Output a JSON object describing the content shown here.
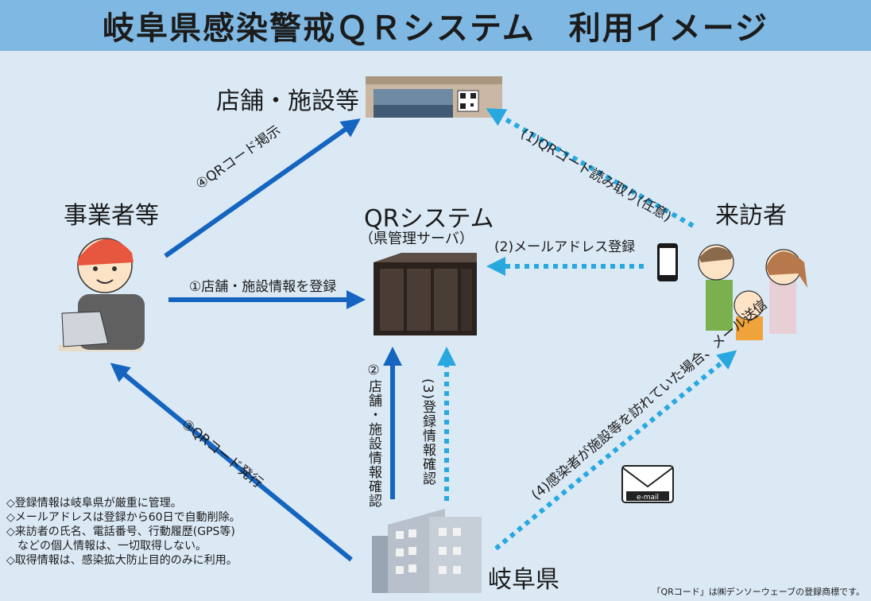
{
  "title": "岐阜県感染警戒ＱＲシステム　利用イメージ",
  "nodes": {
    "store": "店舗・施設等",
    "business": "事業者等",
    "system_title": "QRシステム",
    "system_sub": "（県管理サーバ）",
    "visitor": "来訪者",
    "prefecture": "岐阜県"
  },
  "edges": {
    "post_qr": "④QRコード掲示",
    "register_store": "①店舗・施設情報を登録",
    "issue_qr": "③QRコード発行",
    "scan_qr": "(1)QRコード読み取り(任意)",
    "register_email": "(2)メールアドレス登録",
    "confirm_store": "②店舗・施設情報確認",
    "confirm_registration": "(3)登録情報確認",
    "notify": "(4)感染者が施設等を訪れていた場合、メール送信"
  },
  "mail_label": "e-mail",
  "notes": [
    "◇登録情報は岐阜県が厳重に管理。",
    "◇メールアドレスは登録から60日で自動削除。",
    "◇来訪者の氏名、電話番号、行動履歴(GPS等)",
    "　などの個人情報は、一切取得しない。",
    "◇取得情報は、感染拡大防止目的のみに利用。"
  ],
  "footnote": "「QRコード」は㈱デンソーウェーブの登録商標です。",
  "colors": {
    "solid_arrow": "#1565c0",
    "dotted_arrow": "#29a8e0",
    "title_bar": "#7fb8e2",
    "background": "#dbe9f5"
  }
}
